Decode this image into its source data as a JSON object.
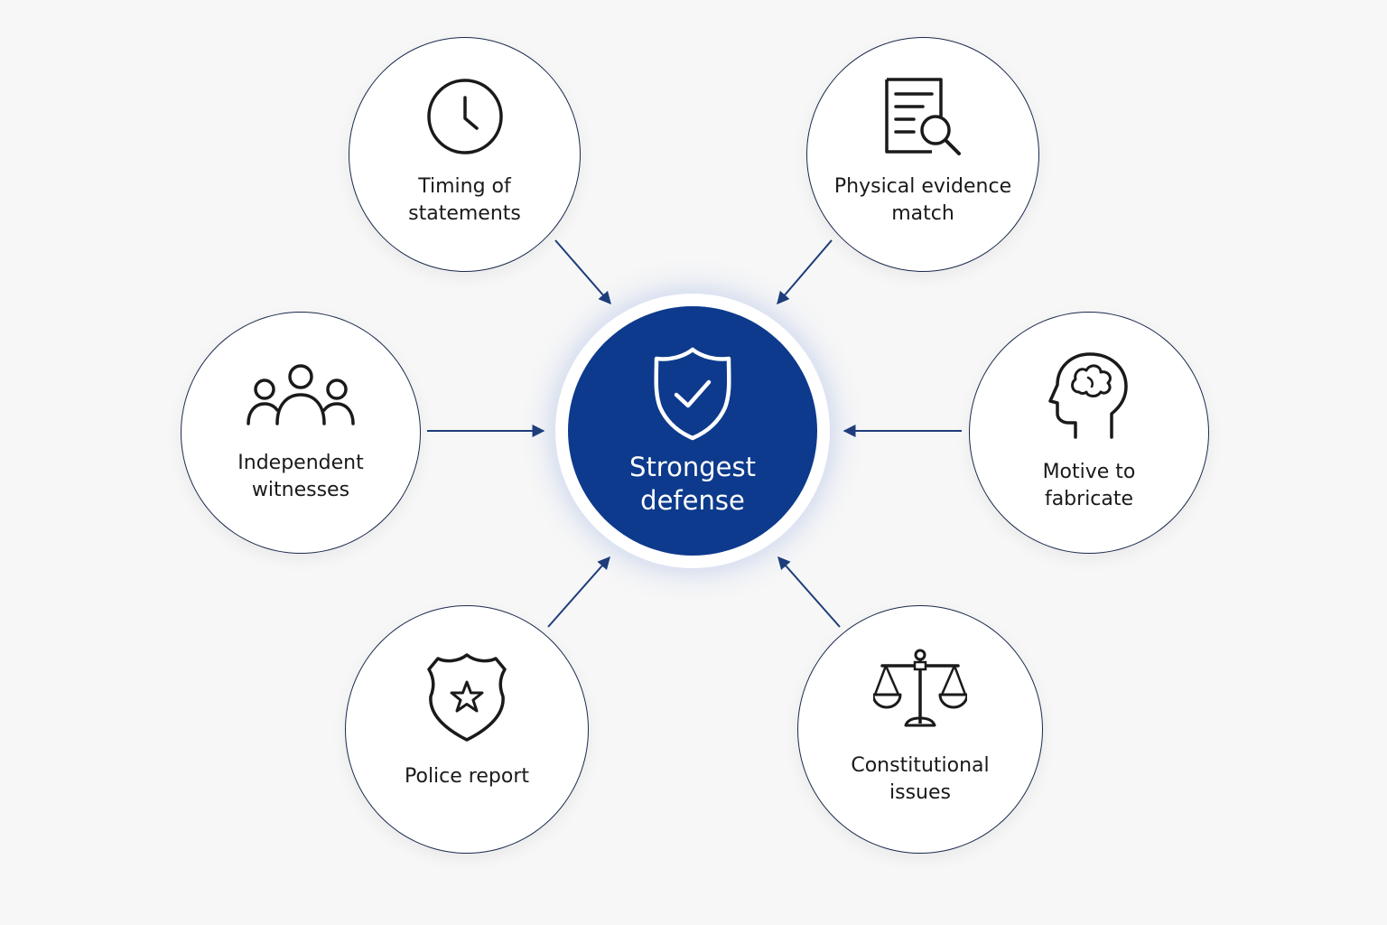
{
  "center": {
    "label_lines": [
      "Strongest",
      "defense"
    ],
    "icon": "shield-check-icon",
    "fill_color": "#0d3a8c"
  },
  "factors": [
    {
      "label_lines": [
        "Timing of",
        "statements"
      ],
      "icon": "clock-icon"
    },
    {
      "label_lines": [
        "Physical evidence",
        "match"
      ],
      "icon": "document-search-icon"
    },
    {
      "label_lines": [
        "Independent",
        "witnesses"
      ],
      "icon": "people-group-icon"
    },
    {
      "label_lines": [
        "Motive to",
        "fabricate"
      ],
      "icon": "head-brain-icon"
    },
    {
      "label_lines": [
        "Police report"
      ],
      "icon": "police-badge-icon"
    },
    {
      "label_lines": [
        "Constitutional",
        "issues"
      ],
      "icon": "scales-of-justice-icon"
    }
  ],
  "colors": {
    "outline": "#1b2a4e",
    "arrow": "#1f3d7a",
    "background": "#f7f7f7"
  }
}
